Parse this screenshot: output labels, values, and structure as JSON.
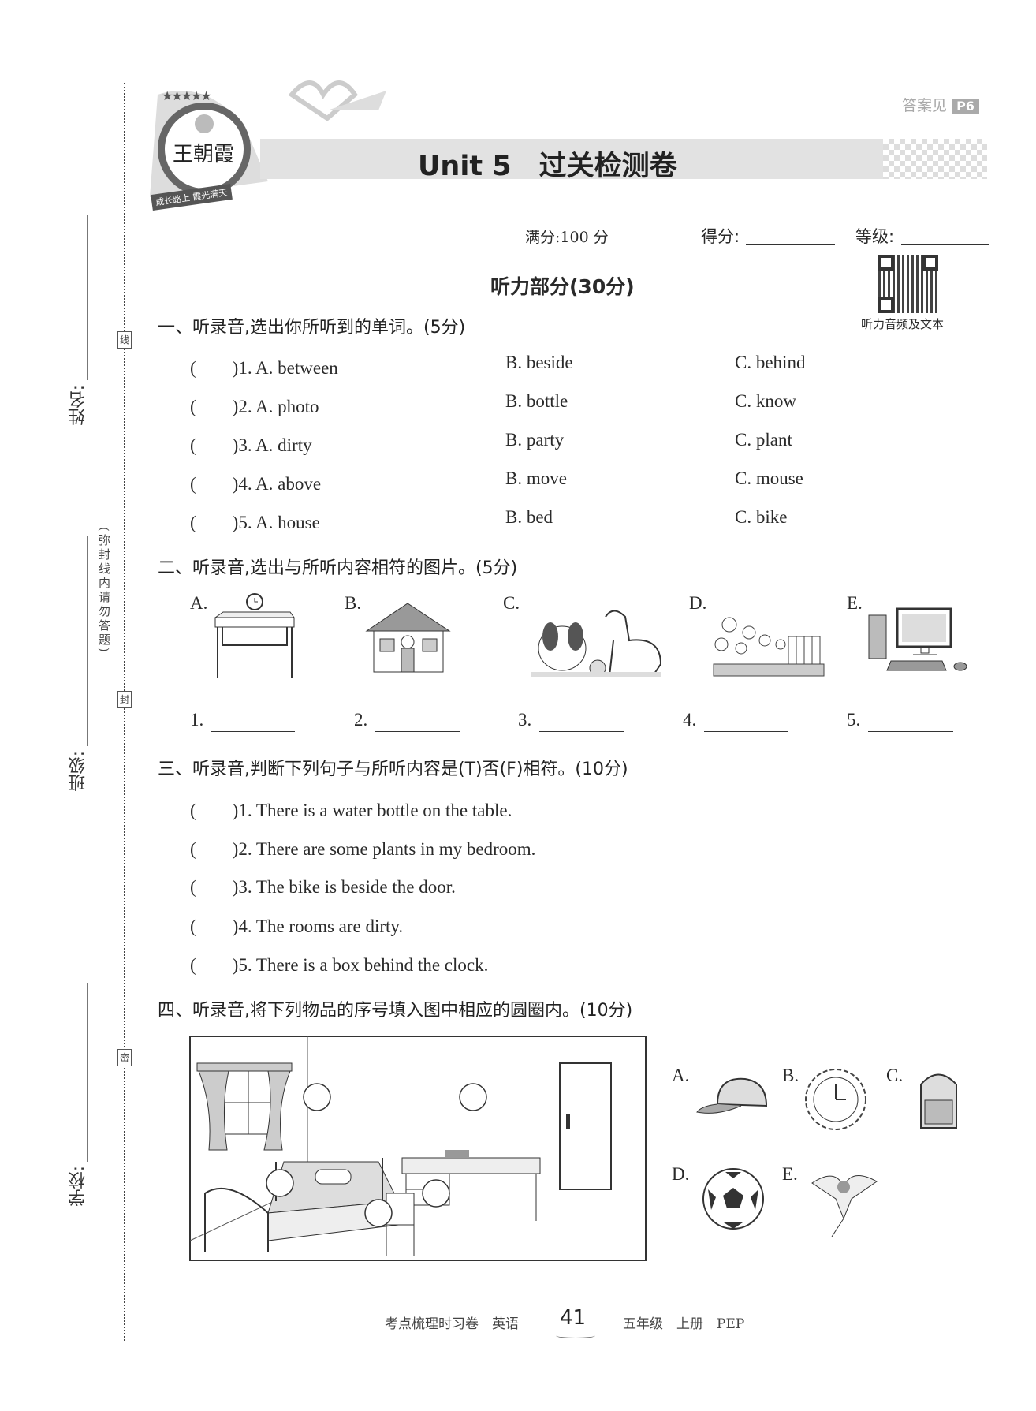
{
  "margin": {
    "name_label": "姓名:",
    "class_label": "班级:",
    "school_label": "学校:",
    "notice": "(弥封线内请勿答题)",
    "seal_chars": [
      "线",
      "封",
      "密"
    ]
  },
  "header": {
    "answer_ref": "答案见",
    "answer_page": "P6",
    "logo_text": "王朝霞",
    "logo_slogan": "成长路上 霞光满天",
    "title": "Unit 5　过关检测卷"
  },
  "score": {
    "full_marks": "满分:100 分",
    "score_label": "得分:",
    "grade_label": "等级:"
  },
  "qr": {
    "caption": "听力音频及文本"
  },
  "listening_title": "听力部分(30分)",
  "section1": {
    "heading": "一、听录音,选出你所听到的单词。(5分)",
    "items": [
      {
        "num": "(　　)1. A. between",
        "b": "B. beside",
        "c": "C. behind"
      },
      {
        "num": "(　　)2. A. photo",
        "b": "B. bottle",
        "c": "C. know"
      },
      {
        "num": "(　　)3. A. dirty",
        "b": "B. party",
        "c": "C. plant"
      },
      {
        "num": "(　　)4. A. above",
        "b": "B. move",
        "c": "C. mouse"
      },
      {
        "num": "(　　)5. A. house",
        "b": "B. bed",
        "c": "C. bike"
      }
    ]
  },
  "section2": {
    "heading": "二、听录音,选出与所听内容相符的图片。(5分)",
    "pictures": [
      {
        "letter": "A.",
        "icon": "table-with-clock"
      },
      {
        "letter": "B.",
        "icon": "house-with-child"
      },
      {
        "letter": "C.",
        "icon": "dogs"
      },
      {
        "letter": "D.",
        "icon": "garden-flowers"
      },
      {
        "letter": "E.",
        "icon": "computer"
      }
    ],
    "blanks": [
      "1.",
      "2.",
      "3.",
      "4.",
      "5."
    ]
  },
  "section3": {
    "heading": "三、听录音,判断下列句子与所听内容是(T)否(F)相符。(10分)",
    "items": [
      "(　　)1. There is a water bottle on the table.",
      "(　　)2. There are some plants in my bedroom.",
      "(　　)3. The bike is beside the door.",
      "(　　)4. The rooms are dirty.",
      "(　　)5. There is a box behind the clock."
    ]
  },
  "section4": {
    "heading": "四、听录音,将下列物品的序号填入图中相应的圆圈内。(10分)",
    "items": [
      {
        "letter": "A.",
        "icon": "cap"
      },
      {
        "letter": "B.",
        "icon": "clock"
      },
      {
        "letter": "C.",
        "icon": "backpack"
      },
      {
        "letter": "D.",
        "icon": "football"
      },
      {
        "letter": "E.",
        "icon": "kite"
      }
    ]
  },
  "footer": {
    "left": "考点梳理时习卷　英语",
    "page": "41",
    "right": "五年级　上册　PEP"
  }
}
